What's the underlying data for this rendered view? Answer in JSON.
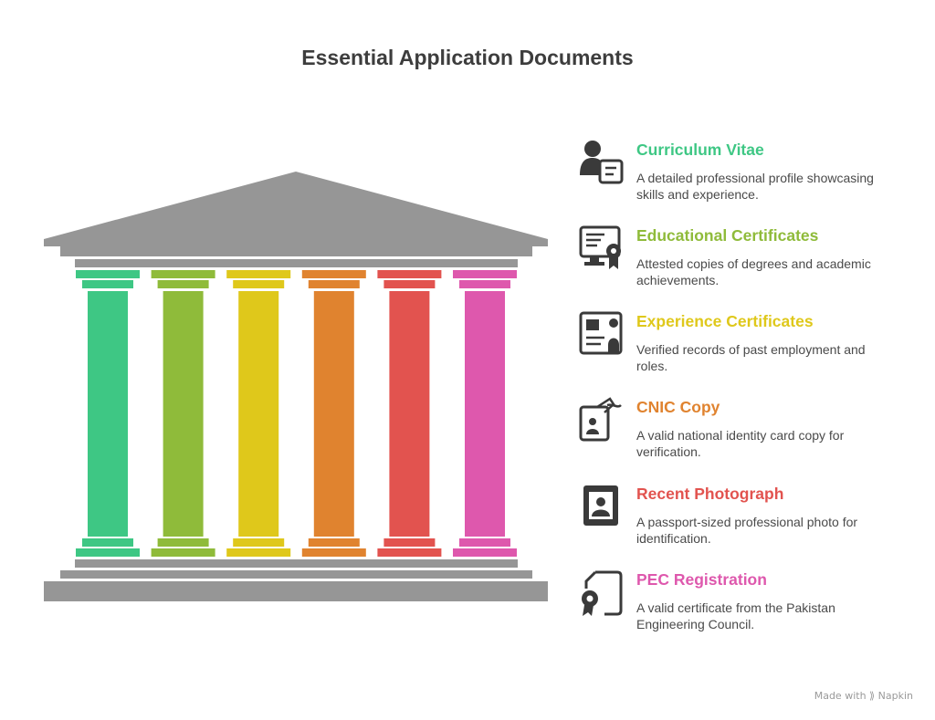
{
  "title": "Essential Application Documents",
  "colors": {
    "roof": "#969696",
    "base": "#969696",
    "pillars": [
      "#3ec784",
      "#8fbb3a",
      "#dfc81b",
      "#e0832f",
      "#e2534f",
      "#de58ad"
    ],
    "icon": "#3a3a3a"
  },
  "items": [
    {
      "title": "Curriculum Vitae",
      "desc": "A detailed professional profile showcasing skills and experience.",
      "color": "#3ec784",
      "icon": "cv-person-icon"
    },
    {
      "title": "Educational Certificates",
      "desc": "Attested copies of degrees and academic achievements.",
      "color": "#8fbb3a",
      "icon": "certificate-screen-icon"
    },
    {
      "title": "Experience Certificates",
      "desc": "Verified records of past employment and roles.",
      "color": "#dfc81b",
      "icon": "id-card-icon"
    },
    {
      "title": "CNIC Copy",
      "desc": "A valid national identity card copy for verification.",
      "color": "#e0832f",
      "icon": "signed-id-icon"
    },
    {
      "title": "Recent Photograph",
      "desc": "A passport-sized professional photo for identification.",
      "color": "#e2534f",
      "icon": "photo-portrait-icon"
    },
    {
      "title": "PEC Registration",
      "desc": "A valid certificate from the Pakistan Engineering Council.",
      "color": "#de58ad",
      "icon": "registration-badge-icon"
    }
  ],
  "footer": "Made with ⟫ Napkin"
}
